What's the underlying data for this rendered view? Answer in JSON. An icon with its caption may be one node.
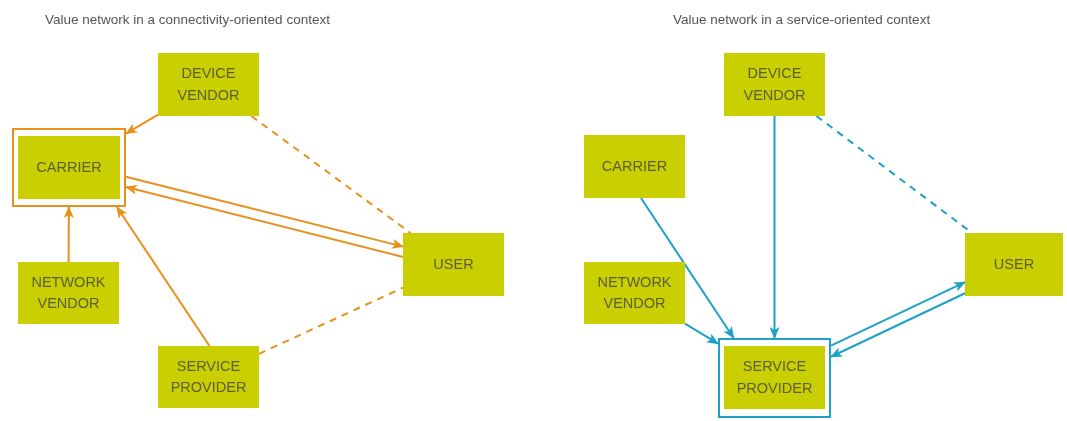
{
  "diagram": {
    "nodes": [
      {
        "text": [
          "DEVICE VENDOR"
        ]
      },
      {
        "text": [],
        "shape": "box"
      },
      {
        "text": [
          "CARRIER"
        ],
        "in": 1
      },
      {
        "text": [
          "NETWORK VENDOR"
        ]
      },
      {
        "text": [
          "SERVICE PROVIDER"
        ]
      },
      {
        "text": [
          "USER"
        ]
      },
      {
        "text": [
          "DEVICE VENDOR"
        ]
      },
      {
        "text": [
          "CARRIER"
        ]
      },
      {
        "text": [
          "NETWORK VENDOR"
        ]
      },
      {
        "text": [
          "USER"
        ]
      },
      {
        "text": [],
        "shape": "box"
      },
      {
        "text": [
          "SERVICE PROVIDER"
        ],
        "in": 10
      }
    ],
    "edges": [
      {
        "from": 0,
        "to": 1,
        "arrow": "to",
        "color": "#e8901e"
      },
      {
        "from": 0,
        "to": 5,
        "arrow": "none",
        "style": "dashed",
        "color": "#e8901e"
      },
      {
        "from": 1,
        "to": 5,
        "arrow": "to",
        "color": "#e8901e"
      },
      {
        "from": 5,
        "to": 1,
        "arrow": "to",
        "color": "#e8901e"
      },
      {
        "from": 3,
        "to": 1,
        "arrow": "to",
        "color": "#e8901e"
      },
      {
        "from": 4,
        "to": 1,
        "arrow": "to",
        "color": "#e8901e"
      },
      {
        "from": 4,
        "to": 5,
        "arrow": "none",
        "style": "dashed",
        "color": "#e8901e"
      },
      {
        "from": 6,
        "to": 10,
        "arrow": "to",
        "color": "#1ea0c8"
      },
      {
        "from": 6,
        "to": 9,
        "arrow": "none",
        "style": "dashed",
        "color": "#1ea0c8"
      },
      {
        "from": 7,
        "to": 10,
        "arrow": "to",
        "color": "#1ea0c8"
      },
      {
        "from": 8,
        "to": 10,
        "arrow": "to",
        "color": "#1ea0c8"
      },
      {
        "from": 9,
        "to": 10,
        "arrow": "to",
        "color": "#1ea0c8"
      },
      {
        "from": 10,
        "to": 9,
        "arrow": "to",
        "color": "#1ea0c8"
      }
    ],
    "labels": [
      "Value network in a connectivity-oriented context",
      "Value network in a service-oriented context"
    ]
  }
}
